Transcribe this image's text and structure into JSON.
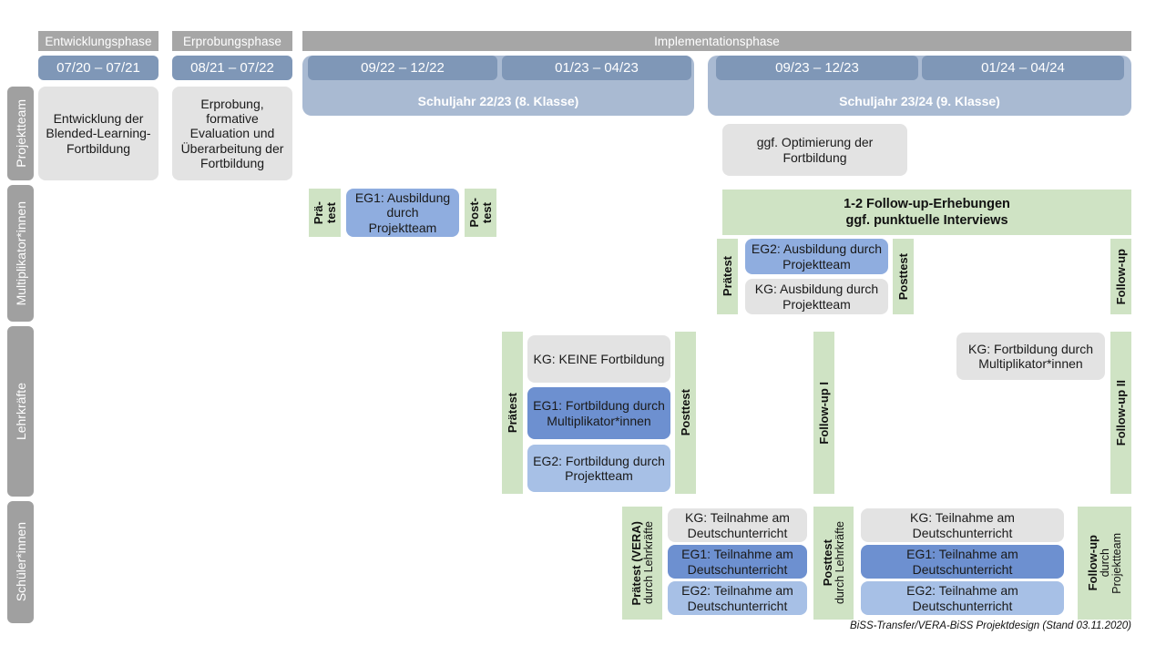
{
  "diagram": {
    "title_footer": "BiSS-Transfer/VERA-BiSS Projektdesign (Stand 03.11.2020)",
    "colors": {
      "phase_bar": "#a6a6a6",
      "date_bar": "#7f97b7",
      "schoolyear_bar": "#a9bad2",
      "row_label": "#a0a0a0",
      "grey_box": "#e3e3e3",
      "blue_dark": "#6d90d0",
      "blue_mid": "#8faddf",
      "blue_light": "#a7c0e6",
      "green": "#cfe3c4"
    }
  },
  "phases": [
    {
      "label": "Entwicklungsphase"
    },
    {
      "label": "Erprobungsphase"
    },
    {
      "label": "Implementationsphase"
    }
  ],
  "periods": [
    {
      "label": "07/20 – 07/21"
    },
    {
      "label": "08/21 – 07/22"
    },
    {
      "label": "09/22 – 12/22"
    },
    {
      "label": "01/23 – 04/23"
    },
    {
      "label": "09/23 – 12/23"
    },
    {
      "label": "01/24 – 04/24"
    }
  ],
  "school_years": [
    {
      "label": "Schuljahr 22/23 (8. Klasse)"
    },
    {
      "label": "Schuljahr 23/24 (9. Klasse)"
    }
  ],
  "row_labels": [
    {
      "label": "Projektteam"
    },
    {
      "label": "Multiplikator*innen"
    },
    {
      "label": "Lehrkräfte"
    },
    {
      "label": "Schüler*innen"
    }
  ],
  "projektteam": {
    "entwicklung": "Entwicklung der Blended-Learning-Fortbildung",
    "erprobung": "Erprobung, formative Evaluation und Überarbeitung der Fortbildung",
    "optimierung": "ggf. Optimierung der Fortbildung"
  },
  "multiplikatoren": {
    "praetest_line1": "Prä-",
    "praetest_line2": "test",
    "posttest_line1": "Post-",
    "posttest_line2": "test",
    "eg1": "EG1: Ausbildung durch Projektteam",
    "followup_banner": "1-2 Follow-up-Erhebungen\nggf. punktuelle Interviews",
    "followup_banner_line1": "1-2 Follow-up-Erhebungen",
    "followup_banner_line2": "ggf. punktuelle Interviews",
    "praetest2": "Prätest",
    "posttest2": "Posttest",
    "followup": "Follow-up",
    "eg2": "EG2: Ausbildung durch Projektteam",
    "kg": "KG: Ausbildung durch Projektteam"
  },
  "lehrkraefte": {
    "praetest": "Prätest",
    "posttest": "Posttest",
    "followup1": "Follow-up I",
    "followup2": "Follow-up II",
    "kg_keine": "KG:  KEINE Fortbildung",
    "eg1": "EG1: Fortbildung durch Multiplikator*innen",
    "eg2": "EG2: Fortbildung durch Projektteam",
    "kg_fortbildung": "KG: Fortbildung durch Multiplikator*innen"
  },
  "schueler": {
    "praetest_bold": "Prätest (VERA)",
    "praetest_sub": "durch Lehrkräfte",
    "posttest_bold": "Posttest",
    "posttest_sub": "durch Lehrkräfte",
    "followup_bold": "Follow-up",
    "followup_sub1": "durch",
    "followup_sub2": "Projektteam",
    "left": {
      "kg": "KG: Teilnahme am Deutschunterricht",
      "eg1": "EG1: Teilnahme am Deutschunterricht",
      "eg2": "EG2: Teilnahme am Deutschunterricht"
    },
    "right": {
      "kg": "KG: Teilnahme am Deutschunterricht",
      "eg1": "EG1: Teilnahme am Deutschunterricht",
      "eg2": "EG2: Teilnahme am Deutschunterricht"
    }
  }
}
